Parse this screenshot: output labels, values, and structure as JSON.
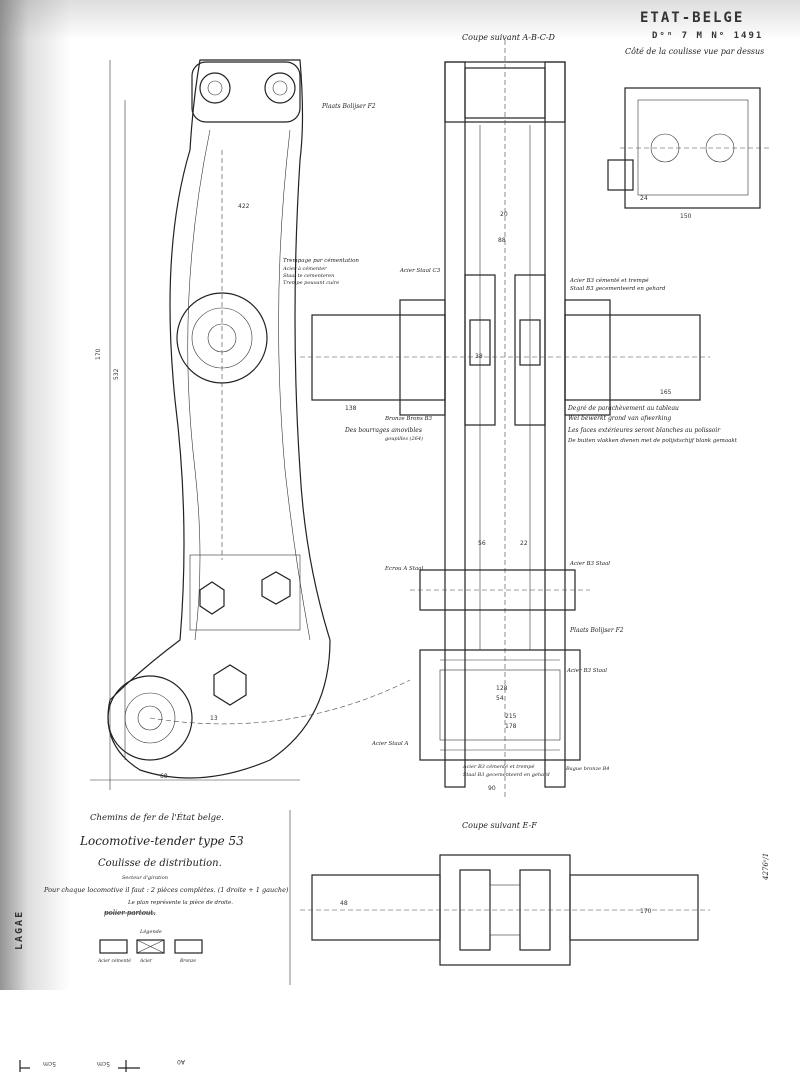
{
  "header": {
    "stamp_line1": "ETAT-BELGE",
    "stamp_line2": "Dᵒⁿ 7 M  Nᵒ 1491",
    "top_view_caption": "Côté de la coulisse vue par dessus"
  },
  "sections": {
    "coupe_abcd": "Coupe suivant A-B-C-D",
    "coupe_ef": "Coupe suivant E-F"
  },
  "labels": {
    "plaats_f2": "Plaats Bolijser F2",
    "plaats_f2_lower": "Plaats Bolijser F2",
    "trempe": "Trempage par cémentation",
    "trempe_sub": [
      "Acier à cémenter",
      "Staal te cementeren",
      "Trempe pouvant cuire"
    ],
    "acier_c3": "Acier Staal C3",
    "acier_b3": "Acier B3 cémenté et trempé",
    "acier_b3_sub": "Staal B3 gecementeerd en gehard",
    "bronze": "Bronze Brons B3",
    "bronze_sub": "Des bourrages amovibles",
    "bronze_sub2": "goupilles (264)",
    "acier_b3_right": "Acier B3 Staal",
    "ecrou_a": "Ecrou A Staal",
    "acier_b3_bottom": "Acier B3 Staal",
    "acier_bottom_left": "Acier Staal A",
    "bottom_note1": "Acier B3 cémenté et trempé",
    "bottom_note2": "Staal B3 gecementeerd en gehard",
    "bottom_right_note": "Bague bronze B4"
  },
  "notes": [
    "Degré de parachèvement au tableau",
    "Wel bewerkt grond van afwerking",
    "Les faces extérieures seront blanches au polissoir",
    "De buiten vlakken dienen met de polijstschijf blank gemaakt"
  ],
  "title_block": {
    "railway": "Chemins de fer de l'État belge.",
    "title": "Locomotive-tender type 53",
    "subtitle": "Coulisse de distribution.",
    "small_note": "Secteur d'giration",
    "quantity": "Pour chaque locomotive il faut : 2 pièces complètes. (1 droite + 1 gauche)",
    "plan_note": "Le plan représente la pièce de droite.",
    "finish": "polier partout.",
    "legend_title": "Légende",
    "legend": [
      "Acier cémenté",
      "Acier",
      "Bronze"
    ]
  },
  "dimensions": [
    "422",
    "170",
    "88",
    "20",
    "38",
    "138",
    "56",
    "22",
    "128",
    "54",
    "215",
    "178",
    "68",
    "165",
    "170",
    "48",
    "13",
    "150",
    "90",
    "532",
    "24"
  ],
  "side_marks": {
    "right_vertical": "4276ᵃ/1",
    "left_vertical": "LAGAE"
  },
  "scale_marks": [
    "5cm",
    "5cm",
    "A0"
  ]
}
